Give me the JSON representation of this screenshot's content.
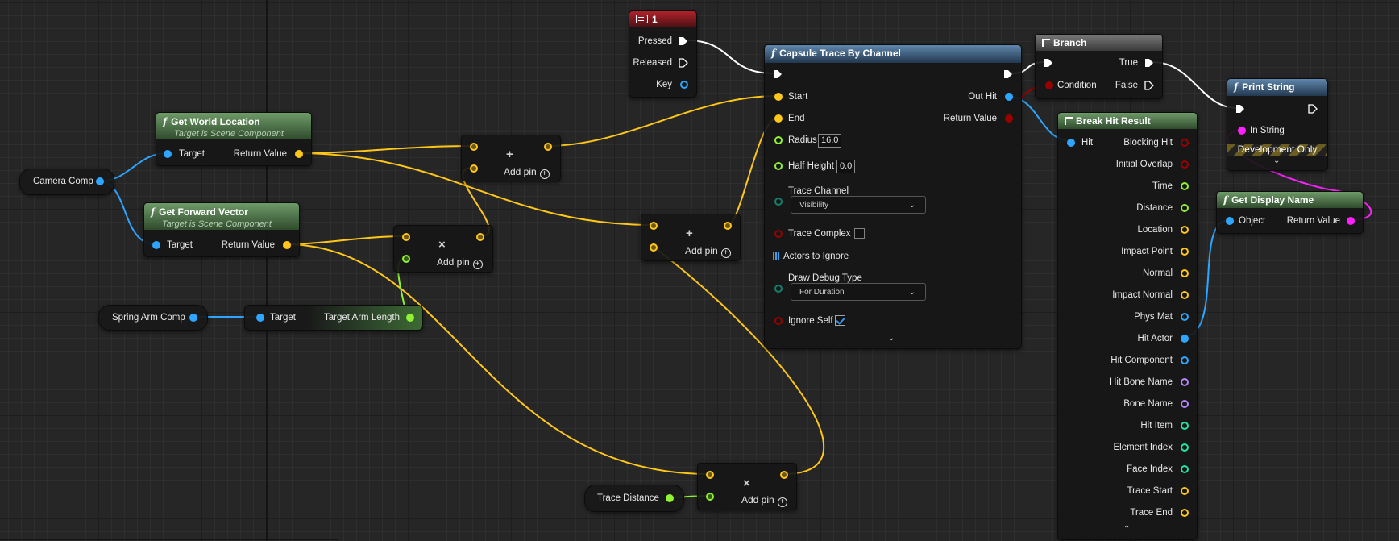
{
  "colors": {
    "vector": "#ffc719",
    "object": "#2ea6ff",
    "float": "#8ff233",
    "bool": "#9a0000",
    "string": "#ff21ff",
    "byte": "#0fc4a5",
    "name": "#b982ff",
    "int": "#21e3a7",
    "exec": "#ffffff"
  },
  "nodes": {
    "key1": {
      "title": "1",
      "pressed": "Pressed",
      "released": "Released",
      "key": "Key"
    },
    "get_world_location": {
      "title": "Get World Location",
      "subtitle": "Target is Scene Component",
      "target": "Target",
      "return_value": "Return Value"
    },
    "get_forward_vector": {
      "title": "Get Forward Vector",
      "subtitle": "Target is Scene Component",
      "target": "Target",
      "return_value": "Return Value"
    },
    "camera_comp": {
      "label": "Camera Comp"
    },
    "spring_arm_comp": {
      "label": "Spring Arm Comp"
    },
    "target_arm_length": {
      "target": "Target",
      "output": "Target Arm Length"
    },
    "trace_distance": {
      "label": "Trace Distance"
    },
    "add1": {
      "op": "+",
      "add_pin": "Add pin"
    },
    "mul1": {
      "op": "×",
      "add_pin": "Add pin"
    },
    "add2": {
      "op": "+",
      "add_pin": "Add pin"
    },
    "mul2": {
      "op": "×",
      "add_pin": "Add pin"
    },
    "capsule_trace": {
      "title": "Capsule Trace By Channel",
      "start": "Start",
      "end": "End",
      "radius": "Radius",
      "radius_value": "16.0",
      "half_height": "Half Height",
      "half_height_value": "0.0",
      "trace_channel": "Trace Channel",
      "trace_channel_value": "Visibility",
      "trace_complex": "Trace Complex",
      "trace_complex_checked": false,
      "actors_to_ignore": "Actors to Ignore",
      "draw_debug_type": "Draw Debug Type",
      "draw_debug_type_value": "For Duration",
      "ignore_self": "Ignore Self",
      "ignore_self_checked": true,
      "out_hit": "Out Hit",
      "return_value": "Return Value"
    },
    "branch": {
      "title": "Branch",
      "condition": "Condition",
      "true": "True",
      "false": "False"
    },
    "print_string": {
      "title": "Print String",
      "in_string": "In String",
      "dev_only": "Development Only"
    },
    "get_display_name": {
      "title": "Get Display Name",
      "object": "Object",
      "return_value": "Return Value"
    },
    "break_hit_result": {
      "title": "Break Hit Result",
      "hit": "Hit",
      "outputs": [
        "Blocking Hit",
        "Initial Overlap",
        "Time",
        "Distance",
        "Location",
        "Impact Point",
        "Normal",
        "Impact Normal",
        "Phys Mat",
        "Hit Actor",
        "Hit Component",
        "Hit Bone Name",
        "Bone Name",
        "Hit Item",
        "Element Index",
        "Face Index",
        "Trace Start",
        "Trace End"
      ],
      "output_types": [
        "bool",
        "bool",
        "float",
        "float",
        "vector",
        "vector",
        "vector",
        "vector",
        "object",
        "object",
        "object",
        "name",
        "name",
        "int",
        "int",
        "int",
        "vector",
        "vector"
      ]
    }
  }
}
